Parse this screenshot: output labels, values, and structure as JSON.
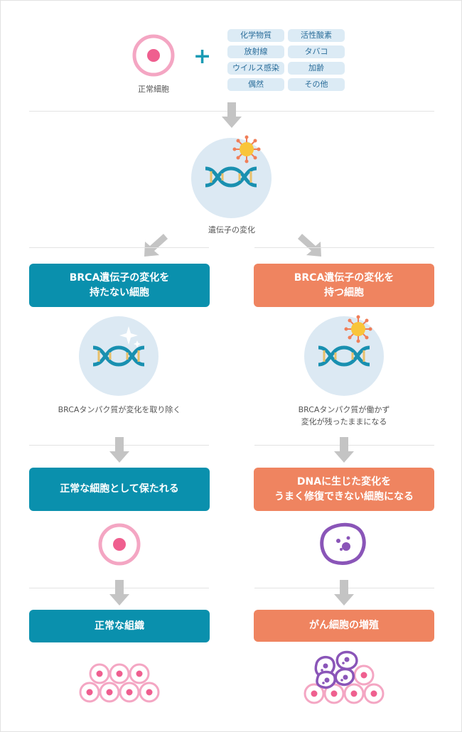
{
  "colors": {
    "teal": "#0a90ad",
    "orange": "#ef8460",
    "pink": "#f4a6c3",
    "purple": "#8a55b8",
    "tag_bg": "#dcebf5",
    "arrow": "#c4c4c4"
  },
  "top": {
    "normal_cell_label": "正常細胞",
    "factors": [
      "化学物質",
      "活性酸素",
      "放射線",
      "タバコ",
      "ウイルス感染",
      "加齢",
      "偶然",
      "その他"
    ]
  },
  "gene_change": {
    "label": "遺伝子の変化"
  },
  "left": {
    "header": "BRCA遺伝子の変化を\n持たない細胞",
    "caption": "BRCAタンパク質が変化を取り除く",
    "result": "正常な細胞として保たれる",
    "tissue": "正常な組織"
  },
  "right": {
    "header": "BRCA遺伝子の変化を\n持つ細胞",
    "caption_line1": "BRCAタンパク質が働かず",
    "caption_line2": "変化が残ったままになる",
    "result": "DNAに生じた変化を\nうまく修復できない細胞になる",
    "tissue": "がん細胞の増殖"
  },
  "icons": {
    "normal_cell": "normal-cell-icon",
    "dna": "dna-icon",
    "virus": "virus-icon",
    "sparkle": "sparkle-icon",
    "cancer_cell": "cancer-cell-icon",
    "arrow": "arrow-down-icon"
  }
}
